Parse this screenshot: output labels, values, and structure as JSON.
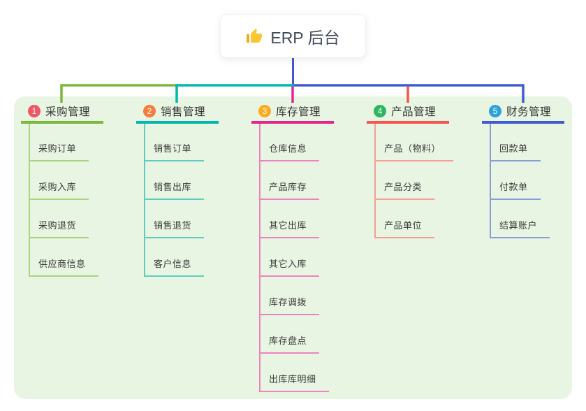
{
  "canvas": {
    "background": "#ffffff",
    "panel_color": "#e8f5e2",
    "text_color": "#333333"
  },
  "root": {
    "label": "ERP 后台",
    "icon": "thumbs-up-icon",
    "line_color": "#4557cf"
  },
  "branches": [
    {
      "index": "1",
      "title": "采购管理",
      "badge_color": "#f25767",
      "line_color": "#7cb73e",
      "child_line_color": "#a9d47f",
      "children": [
        "采购订单",
        "采购入库",
        "采购退货",
        "供应商信息"
      ]
    },
    {
      "index": "2",
      "title": "销售管理",
      "badge_color": "#f57d3d",
      "line_color": "#00b8ab",
      "child_line_color": "#5eccc0",
      "children": [
        "销售订单",
        "销售出库",
        "销售退货",
        "客户信息"
      ]
    },
    {
      "index": "3",
      "title": "库存管理",
      "badge_color": "#fbab21",
      "line_color": "#e3268e",
      "child_line_color": "#ef83c0",
      "children": [
        "仓库信息",
        "产品库存",
        "其它出库",
        "其它入库",
        "库存调拨",
        "库存盘点",
        "出库库明细"
      ]
    },
    {
      "index": "4",
      "title": "产品管理",
      "badge_color": "#2eb560",
      "line_color": "#f5554e",
      "child_line_color": "#f89d93",
      "children": [
        "产品（物料）",
        "产品分类",
        "产品单位"
      ]
    },
    {
      "index": "5",
      "title": "财务管理",
      "badge_color": "#2aa2dc",
      "line_color": "#3f5ad4",
      "child_line_color": "#8b9cd9",
      "children": [
        "回款单",
        "付款单",
        "结算账户"
      ]
    }
  ]
}
